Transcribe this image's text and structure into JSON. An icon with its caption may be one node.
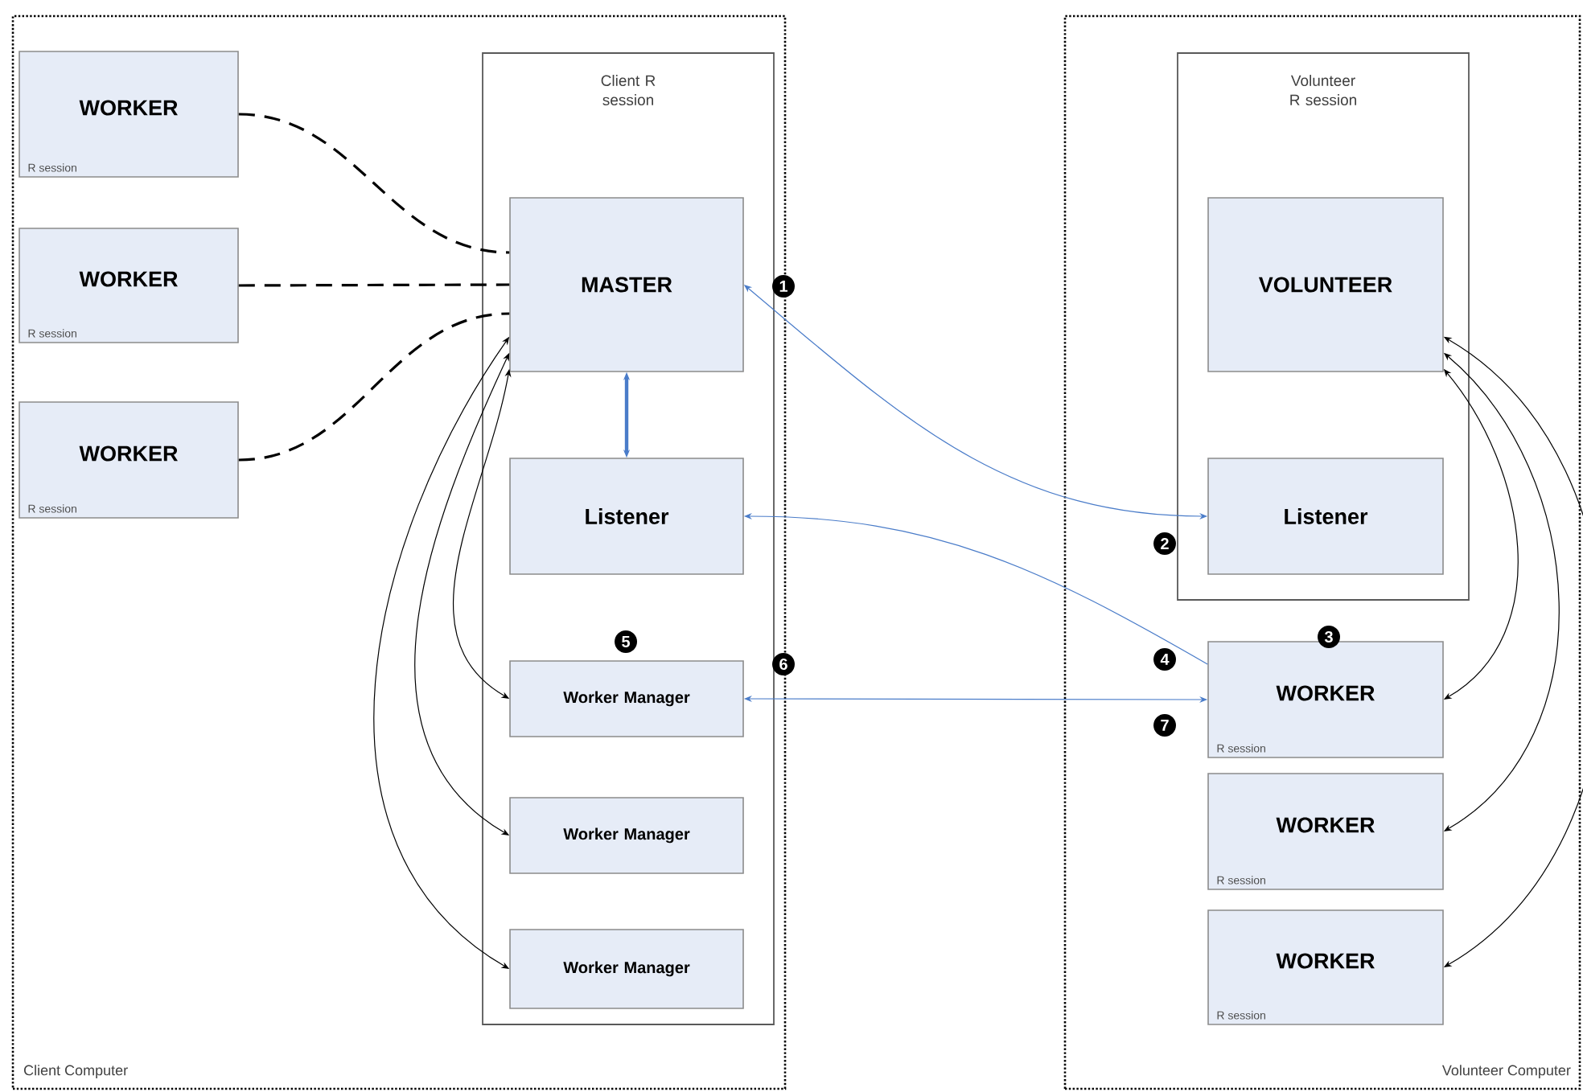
{
  "diagram": {
    "nodes": [
      {
        "text": [
          "Client Computer"
        ]
      },
      {
        "text": [
          "WORKER",
          "R session"
        ],
        "in": 0
      },
      {
        "text": [
          "WORKER",
          "R session"
        ],
        "in": 0
      },
      {
        "text": [
          "WORKER",
          "R session"
        ],
        "in": 0
      },
      {
        "text": [
          "Client R session"
        ],
        "in": 0
      },
      {
        "text": [
          "MASTER"
        ],
        "in": 4
      },
      {
        "text": [
          "Listener"
        ],
        "in": 4
      },
      {
        "text": [
          "Worker Manager"
        ],
        "in": 4
      },
      {
        "text": [
          "Worker Manager"
        ],
        "in": 4
      },
      {
        "text": [
          "Worker Manager"
        ],
        "in": 4
      },
      {
        "text": [
          "Volunteer Computer"
        ]
      },
      {
        "text": [
          "Volunteer R session"
        ],
        "in": 10
      },
      {
        "text": [
          "VOLUNTEER"
        ],
        "in": 11
      },
      {
        "text": [
          "Listener"
        ],
        "in": 11
      },
      {
        "text": [
          "WORKER",
          "R session"
        ],
        "in": 10
      },
      {
        "text": [
          "WORKER",
          "R session"
        ],
        "in": 10
      },
      {
        "text": [
          "WORKER",
          "R session"
        ],
        "in": 10
      }
    ],
    "edges": [
      {
        "from": 1,
        "to": 5,
        "arrow": "none",
        "style": "dashed"
      },
      {
        "from": 2,
        "to": 5,
        "arrow": "none",
        "style": "dashed"
      },
      {
        "from": 3,
        "to": 5,
        "arrow": "none",
        "style": "dashed"
      },
      {
        "from": 5,
        "to": 6,
        "arrow": "both",
        "style": "thick",
        "color": "#4a7cc9"
      },
      {
        "from": 5,
        "to": 13,
        "arrow": "both",
        "color": "#4a7cc9"
      },
      {
        "from": 14,
        "to": 6,
        "arrow": "to",
        "color": "#4a7cc9"
      },
      {
        "from": 14,
        "to": 7,
        "arrow": "both",
        "color": "#4a7cc9"
      },
      {
        "from": 5,
        "to": 7,
        "arrow": "both"
      },
      {
        "from": 5,
        "to": 8,
        "arrow": "both"
      },
      {
        "from": 5,
        "to": 9,
        "arrow": "both"
      },
      {
        "from": 12,
        "to": 14,
        "arrow": "both"
      },
      {
        "from": 12,
        "to": 15,
        "arrow": "both"
      },
      {
        "from": 12,
        "to": 16,
        "arrow": "both"
      }
    ],
    "labels": [
      "1",
      "2",
      "3",
      "4",
      "5",
      "6",
      "7"
    ]
  }
}
